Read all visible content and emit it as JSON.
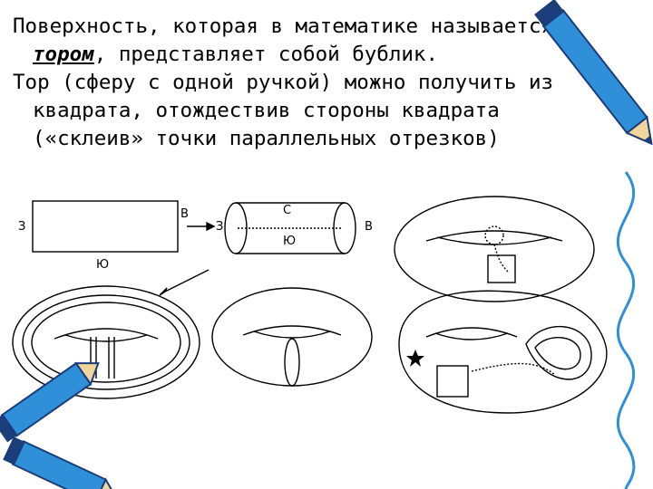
{
  "paragraphs": [
    {
      "before": "Поверхность, которая в математике называется ",
      "highlight": "тором",
      "after": ", представляет собой бублик."
    },
    {
      "text": "Тор (сферу с одной ручкой) можно получить из квадрата, отождествив стороны квадрата («склеив» точки параллельных отрезков)"
    }
  ],
  "diagram_labels": {
    "square_west": "З",
    "square_east": "В",
    "square_south": "Ю",
    "cylinder_west": "З",
    "cylinder_north": "С",
    "cylinder_south": "Ю",
    "cylinder_east": "В"
  },
  "colors": {
    "pencil_blue": "#2f8fd8",
    "pencil_dark": "#1b3d7a",
    "line": "#000000"
  },
  "icons": [
    "pencil-icon",
    "star-icon"
  ]
}
